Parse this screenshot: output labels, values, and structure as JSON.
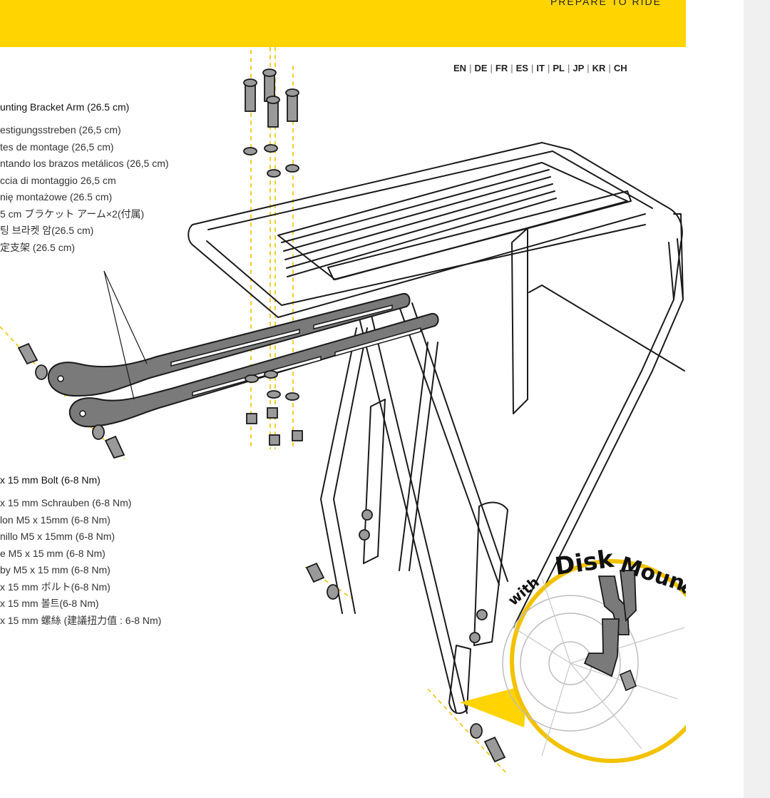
{
  "header": {
    "tagline": "PREPARE TO RIDE"
  },
  "languages": [
    "EN",
    "DE",
    "FR",
    "ES",
    "IT",
    "PL",
    "JP",
    "KR",
    "CH"
  ],
  "bracket_arm": {
    "title": "unting Bracket Arm (26.5 cm)",
    "translations": [
      "estigungsstreben (26,5 cm)",
      "tes de montage (26,5 cm)",
      "ntando los brazos metálicos (26,5 cm)",
      "ccia di montaggio 26,5 cm",
      "nię montażowe (26.5 cm)",
      "5 cm ブラケット アーム×2(付属)",
      "팅 브라켓 암(26.5 cm)",
      "定支架 (26.5 cm)"
    ]
  },
  "bolt": {
    "title": "x 15 mm Bolt (6-8 Nm)",
    "translations": [
      "x 15 mm Schrauben (6-8 Nm)",
      "lon M5 x 15mm (6-8 Nm)",
      "nillo M5 x 15mm (6-8 Nm)",
      "e M5 x 15 mm (6-8 Nm)",
      "by M5 x 15 mm  (6-8 Nm)",
      "x 15 mm ボルト(6-8 Nm)",
      "x 15 mm 볼트(6-8 Nm)",
      " x 15 mm 螺絲 (建議扭力值 : 6-8 Nm)"
    ]
  },
  "callout": {
    "label": "with Disk Mounts"
  },
  "colors": {
    "accent": "#ffd400",
    "guide": "#f2c200",
    "line": "#1a1a1a",
    "part_fill": "#7a7a7a"
  }
}
